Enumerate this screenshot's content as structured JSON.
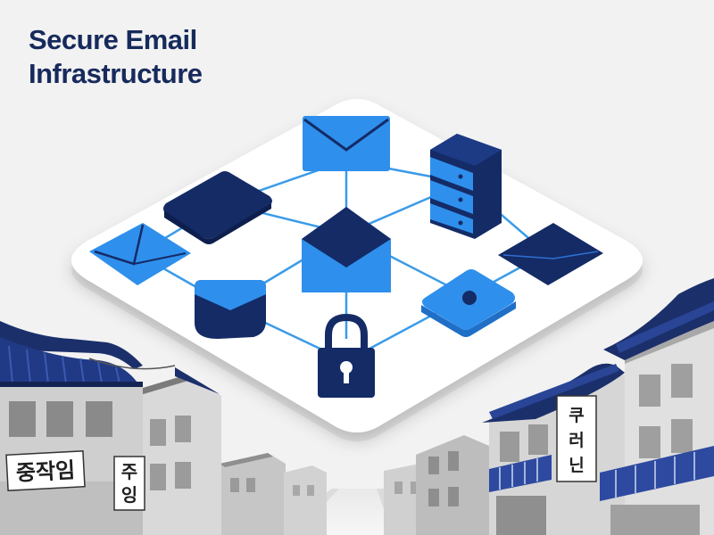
{
  "title": {
    "line1": "Secure Email",
    "line2": "Infrastructure"
  },
  "signs": {
    "left_shop": "중작임",
    "left_vertical": [
      "주",
      "잉"
    ],
    "right_vertical": [
      "쿠",
      "러",
      "닌"
    ]
  },
  "colors": {
    "navy": "#142b66",
    "bright_blue": "#2f8fec",
    "link_blue": "#3b9be8",
    "platform": "#ffffff",
    "background": "#f2f2f2"
  },
  "icons": [
    "envelope-icon",
    "server-icon",
    "lock-icon",
    "network-node-icon",
    "hanok-roof-icon"
  ]
}
